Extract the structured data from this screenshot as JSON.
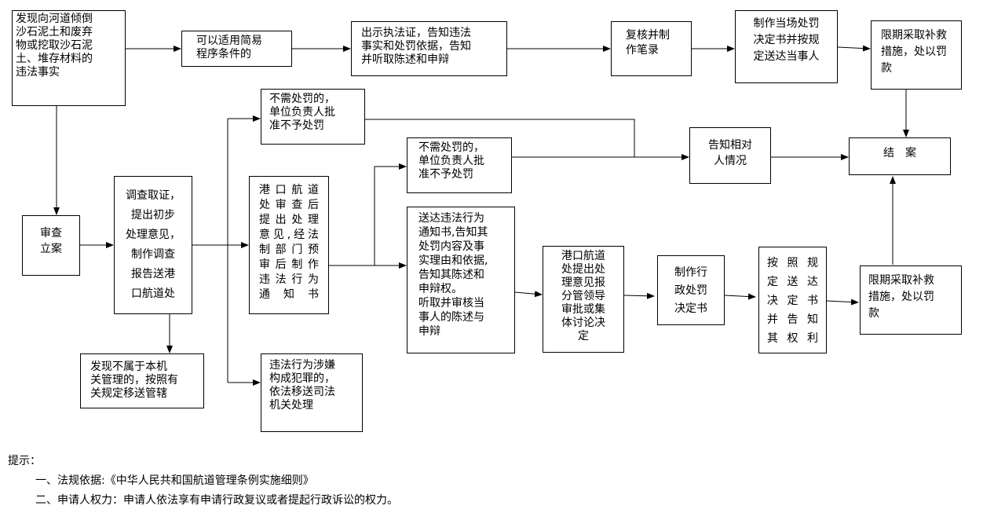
{
  "nodes": {
    "discover": "发现向河道倾倒\n沙石泥土和废弃\n物或挖取沙石泥\n土、堆存材料的\n违法事实",
    "simple": "可以适用简易\n程序条件的",
    "show_cert": "出示执法证，告知违法\n事实和处罚依据，告知\n并听取陈述和申辩",
    "review_record": "复核并制\n作笔录",
    "spot_decision": "制作当场处罚\n决定书并按规\n定送达当事人",
    "remedy_top": "限期采取补救\n措施，处以罚\n款",
    "no_penalty_1": "不需处罚的，\n单位负责人批\n准不予处罚",
    "no_penalty_2": "不需处罚的，\n单位负责人批\n准不予处罚",
    "notify_party": "告知相对\n人情况",
    "close_case": "结　案",
    "register": "审查\n立案",
    "investigate": "调查取证，\n提出初步\n处理意见，\n制作调查\n报告送港\n口航道处",
    "port_review": "港口航道\n处审查后\n提出处理\n意见,经法\n制部门预\n审后制作\n违法行为\n通知书",
    "deliver_notice": "送达违法行为\n通知书,告知其\n处罚内容及事\n实理由和依据,\n告知其陈述和\n申辩权。\n听取并审核当\n事人的陈述与\n申辩",
    "port_approval": "港口航道\n处提出处\n理意见报\n分管领导\n审批或集\n体讨论决\n定",
    "admin_decision": "制作行\n政处罚\n决定书",
    "deliver_decision": "按照规\n定送达\n决定书\n并告知\n其权利",
    "remedy_bottom": "限期采取补救\n措施，处以罚\n款",
    "transfer": "发现不属于本机\n关管理的，按照有\n关规定移送管辖",
    "crime": "违法行为涉嫌\n构成犯罪的，\n依法移送司法\n机关处理"
  },
  "notes": {
    "title": "提示：",
    "item1": "一、法规依据:《中华人民共和国航道管理条例实施细则》",
    "item2": "二、申请人权力：申请人依法享有申请行政复议或者提起行政诉讼的权力。"
  }
}
